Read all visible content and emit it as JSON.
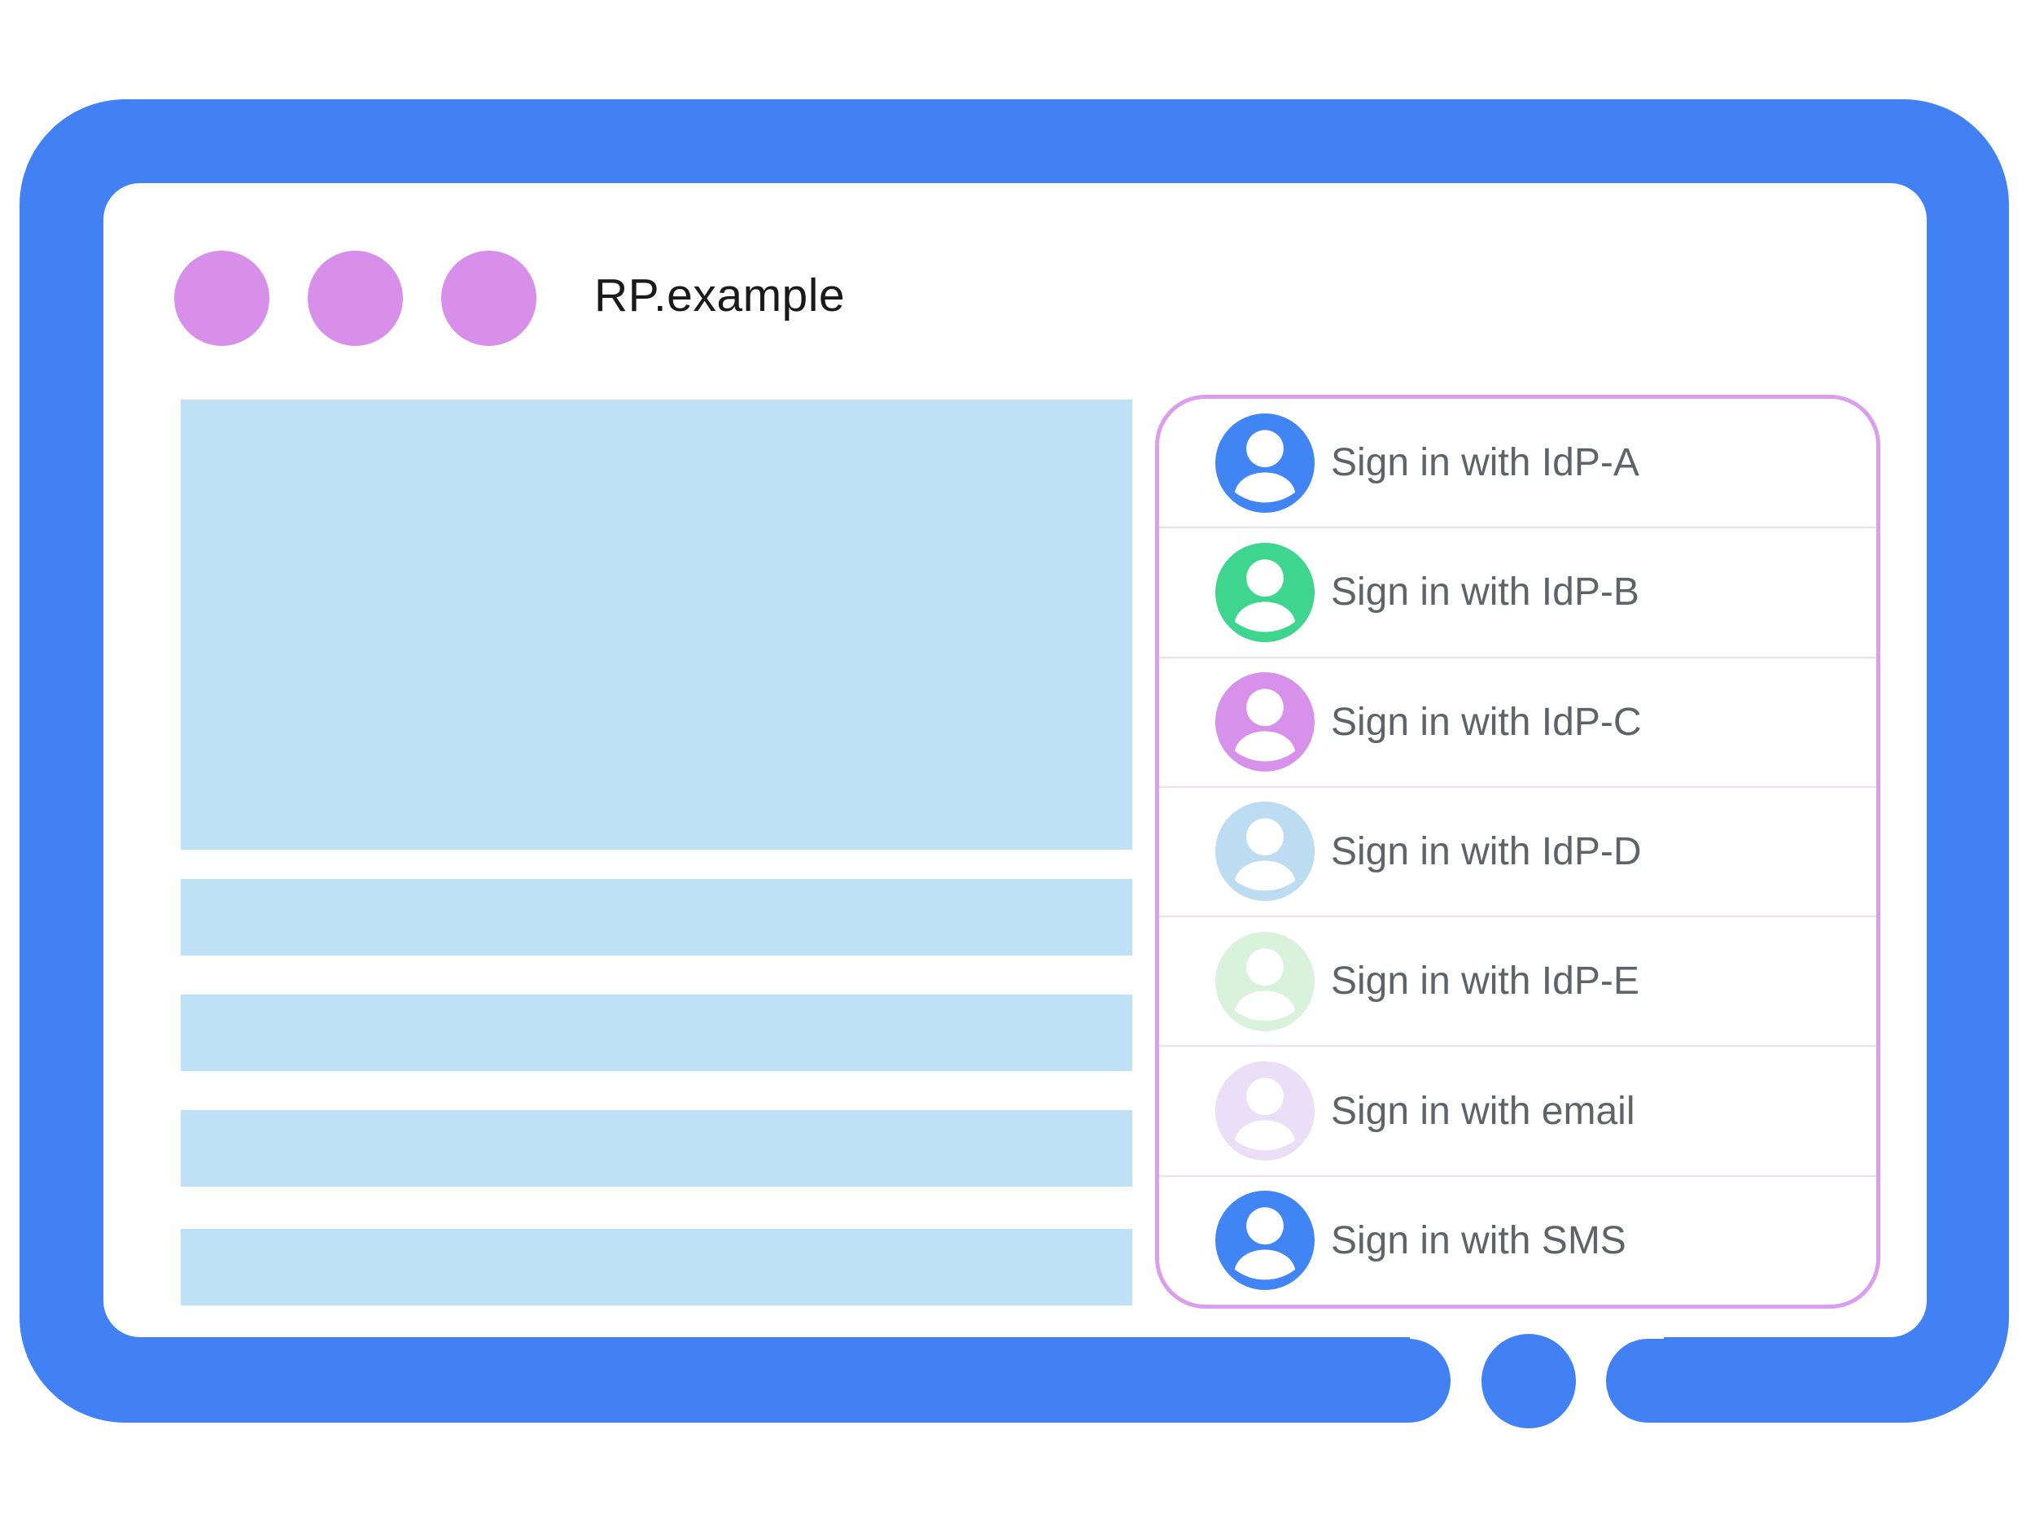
{
  "colors": {
    "frame-blue": "#4181F3",
    "content-placeholder-blue": "#BEE1F5",
    "window-dot-purple": "#D88FE9",
    "panel-border-purple": "#DB9DEE",
    "panel-divider-pink": "#F1DBF8",
    "label-gray": "#5F6368",
    "title-text": "#1A1A1A"
  },
  "window": {
    "title": "RP.example"
  },
  "signin_panel": {
    "items": [
      {
        "label": "Sign in with IdP-A",
        "icon": "person-avatar-icon",
        "color": "#4184F4"
      },
      {
        "label": "Sign in with IdP-B",
        "icon": "person-avatar-icon",
        "color": "#3ED68E"
      },
      {
        "label": "Sign in with IdP-C",
        "icon": "person-avatar-icon",
        "color": "#D791EA"
      },
      {
        "label": "Sign in with IdP-D",
        "icon": "person-avatar-icon",
        "color": "#BBDCF1"
      },
      {
        "label": "Sign in with IdP-E",
        "icon": "person-avatar-icon",
        "color": "#D9F2DB"
      },
      {
        "label": "Sign in with email",
        "icon": "person-avatar-icon",
        "color": "#EADFF6"
      },
      {
        "label": "Sign in with SMS",
        "icon": "person-avatar-icon",
        "color": "#4184F4"
      }
    ]
  }
}
